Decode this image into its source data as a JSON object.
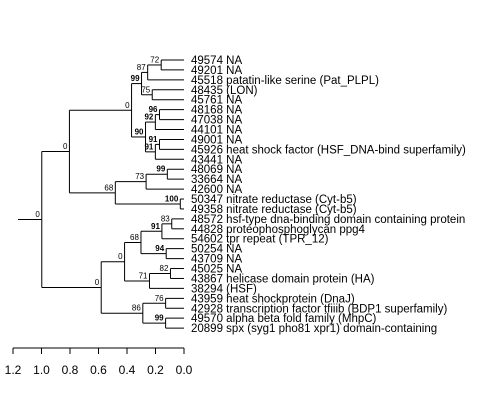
{
  "leaves": [
    "49574 NA",
    "49201 NA",
    "45518 patatin-like serine (Pat_PLPL)",
    "48435 (LON)",
    "45761 NA",
    "48168 NA",
    "47038 NA",
    "44101 NA",
    "49001 NA",
    "45926 heat shock factor (HSF_DNA-bind superfamily)",
    "43441 NA",
    "48069 NA",
    "33664 NA",
    "42600 NA",
    "50347 nitrate reductase (Cyt-b5)",
    "49358 nitrate reductase (Cyt-b5)",
    "48572 hsf-type dna-binding domain containing protein",
    "44828 proteophosphoglycan ppg4",
    "54602 tpr repeat (TPR_12)",
    "50254 NA",
    "43709 NA",
    "45025 NA",
    "43867 helicase domain protein (HA)",
    "38294 (HSF)",
    "43959 heat shockprotein (DnaJ)",
    "42928 transcription factor tfiiib (BDP1 superfamily)",
    "49570 alpha beta fold family (MhpC)",
    "20899 spx (syg1 pho81 xpr1) domain-containing"
  ],
  "axis": {
    "ticks": [
      1.2,
      1.0,
      0.8,
      0.6,
      0.4,
      0.2,
      0.0
    ],
    "labels": [
      "1.2",
      "1.0",
      "0.8",
      "0.6",
      "0.4",
      "0.2",
      "0.0"
    ]
  },
  "tree": {
    "d": 0.998,
    "s": "0",
    "b": false,
    "c": [
      {
        "d": 0.804,
        "s": "0",
        "b": false,
        "c": [
          {
            "d": 0.368,
            "s": "0",
            "b": false,
            "c": [
              {
                "d": 0.298,
                "s": "99",
                "b": true,
                "c": [
                  {
                    "d": 0.255,
                    "s": "87",
                    "b": false,
                    "c": [
                      {
                        "d": 0.16,
                        "s": "72",
                        "b": false,
                        "c": [
                          0,
                          1
                        ]
                      },
                      2
                    ]
                  },
                  {
                    "d": 0.223,
                    "s": "75",
                    "b": false,
                    "c": [
                      3,
                      4
                    ]
                  }
                ]
              },
              {
                "d": 0.27,
                "s": "90",
                "b": true,
                "c": [
                  {
                    "d": 0.201,
                    "s": "92",
                    "b": true,
                    "c": [
                      {
                        "d": 0.172,
                        "s": "96",
                        "b": true,
                        "c": [
                          5,
                          6
                        ]
                      },
                      7
                    ]
                  },
                  {
                    "d": 0.201,
                    "s": "91",
                    "b": true,
                    "c": [
                      {
                        "d": 0.172,
                        "s": "91",
                        "b": true,
                        "c": [
                          8,
                          9
                        ]
                      },
                      10
                    ]
                  }
                ]
              }
            ]
          },
          {
            "d": 0.482,
            "s": "68",
            "b": false,
            "c": [
              {
                "d": 0.266,
                "s": "73",
                "b": false,
                "c": [
                  {
                    "d": 0.117,
                    "s": "99",
                    "b": true,
                    "c": [
                      11,
                      12
                    ]
                  },
                  13
                ]
              },
              {
                "d": 0.026,
                "s": "100",
                "b": true,
                "c": [
                  14,
                  15
                ]
              }
            ]
          }
        ]
      },
      {
        "d": 0.581,
        "s": "0",
        "b": false,
        "c": [
          {
            "d": 0.417,
            "s": "0",
            "b": false,
            "c": [
              {
                "d": 0.302,
                "s": "68",
                "b": false,
                "c": [
                  {
                    "d": 0.155,
                    "s": "91",
                    "b": true,
                    "c": [
                      {
                        "d": 0.086,
                        "s": "83",
                        "b": false,
                        "c": [
                          16,
                          17
                        ]
                      },
                      18
                    ]
                  },
                  {
                    "d": 0.125,
                    "s": "94",
                    "b": true,
                    "c": [
                      19,
                      20
                    ]
                  }
                ]
              },
              {
                "d": 0.242,
                "s": "71",
                "b": false,
                "c": [
                  {
                    "d": 0.095,
                    "s": "82",
                    "b": false,
                    "c": [
                      21,
                      22
                    ]
                  },
                  23
                ]
              }
            ]
          },
          {
            "d": 0.289,
            "s": "86",
            "b": false,
            "c": [
              {
                "d": 0.129,
                "s": "76",
                "b": false,
                "c": [
                  24,
                  25
                ]
              },
              {
                "d": 0.129,
                "s": "99",
                "b": true,
                "c": [
                  26,
                  27
                ]
              }
            ]
          }
        ]
      }
    ]
  }
}
